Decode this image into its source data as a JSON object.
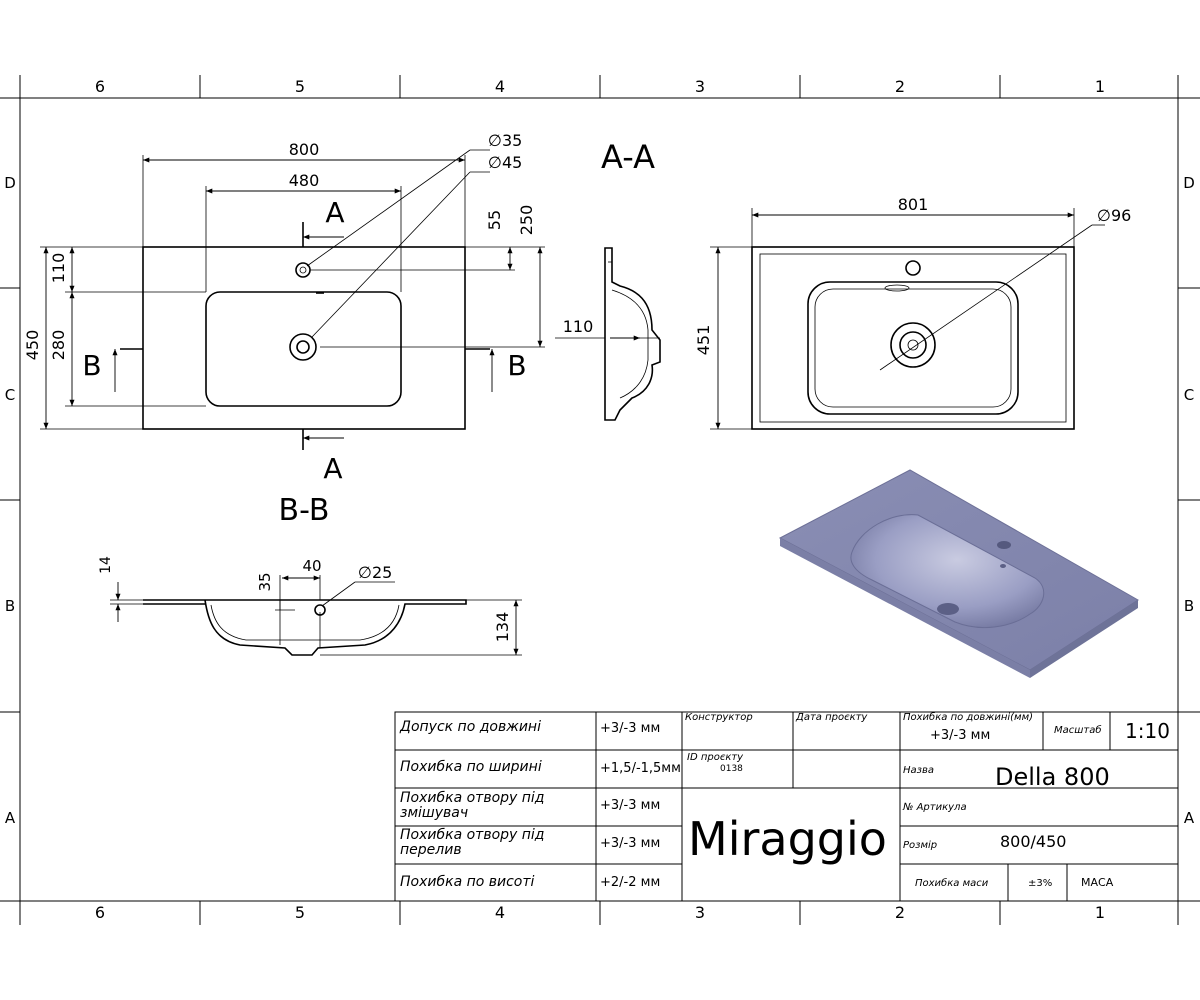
{
  "frame": {
    "columns_top": [
      "6",
      "5",
      "4",
      "3",
      "2",
      "1"
    ],
    "columns_bottom": [
      "6",
      "5",
      "4",
      "3",
      "2",
      "1"
    ],
    "rows_left": [
      "D",
      "C",
      "B",
      "A"
    ],
    "rows_right": [
      "D",
      "C",
      "B",
      "A"
    ]
  },
  "top_view": {
    "dims": {
      "width": "800",
      "bowl_width": "480",
      "hole1": "∅35",
      "hole2": "∅45",
      "d55": "55",
      "d250": "250",
      "d110": "110",
      "d450": "450",
      "d280": "280"
    },
    "labels": {
      "a_top": "A",
      "a_bottom": "A",
      "b_left": "B",
      "b_right": "B"
    }
  },
  "section_aa": {
    "title": "A-A",
    "d110": "110"
  },
  "right_view": {
    "d801": "801",
    "d96": "∅96",
    "d451": "451"
  },
  "section_bb": {
    "title": "B-B",
    "d14": "14",
    "d35": "35",
    "d40": "40",
    "d25": "∅25",
    "d134": "134"
  },
  "title_block": {
    "tolerances": [
      {
        "label": "Допуск по довжині",
        "value": "+3/-3 мм"
      },
      {
        "label": "Похибка по ширині",
        "value": "+1,5/-1,5мм"
      },
      {
        "label": "Похибка отвору під змішувач",
        "value": "+3/-3 мм"
      },
      {
        "label": "Похибка отвору під перелив",
        "value": "+3/-3 мм"
      },
      {
        "label": "Похибка по висоті",
        "value": "+2/-2 мм"
      }
    ],
    "designer_label": "Конструктор",
    "project_date_label": "Дата проєкту",
    "project_id_label": "ID проєкту",
    "project_id": "0138",
    "brand": "Miraggio",
    "length_error_label": "Похибка по довжині(мм)",
    "length_error_value": "+3/-3 мм",
    "scale_label": "Масштаб",
    "scale_value": "1:10",
    "name_label": "Назва",
    "name_value": "Della 800",
    "article_label": "№ Артикула",
    "size_label": "Розмір",
    "size_value": "800/450",
    "mass_error_label": "Похибка маси",
    "mass_error_value": "±3%",
    "mass_label": "МАСА"
  },
  "colors": {
    "line": "#000000",
    "render_fill": "#8e92b6",
    "render_dark": "#6e7398"
  }
}
